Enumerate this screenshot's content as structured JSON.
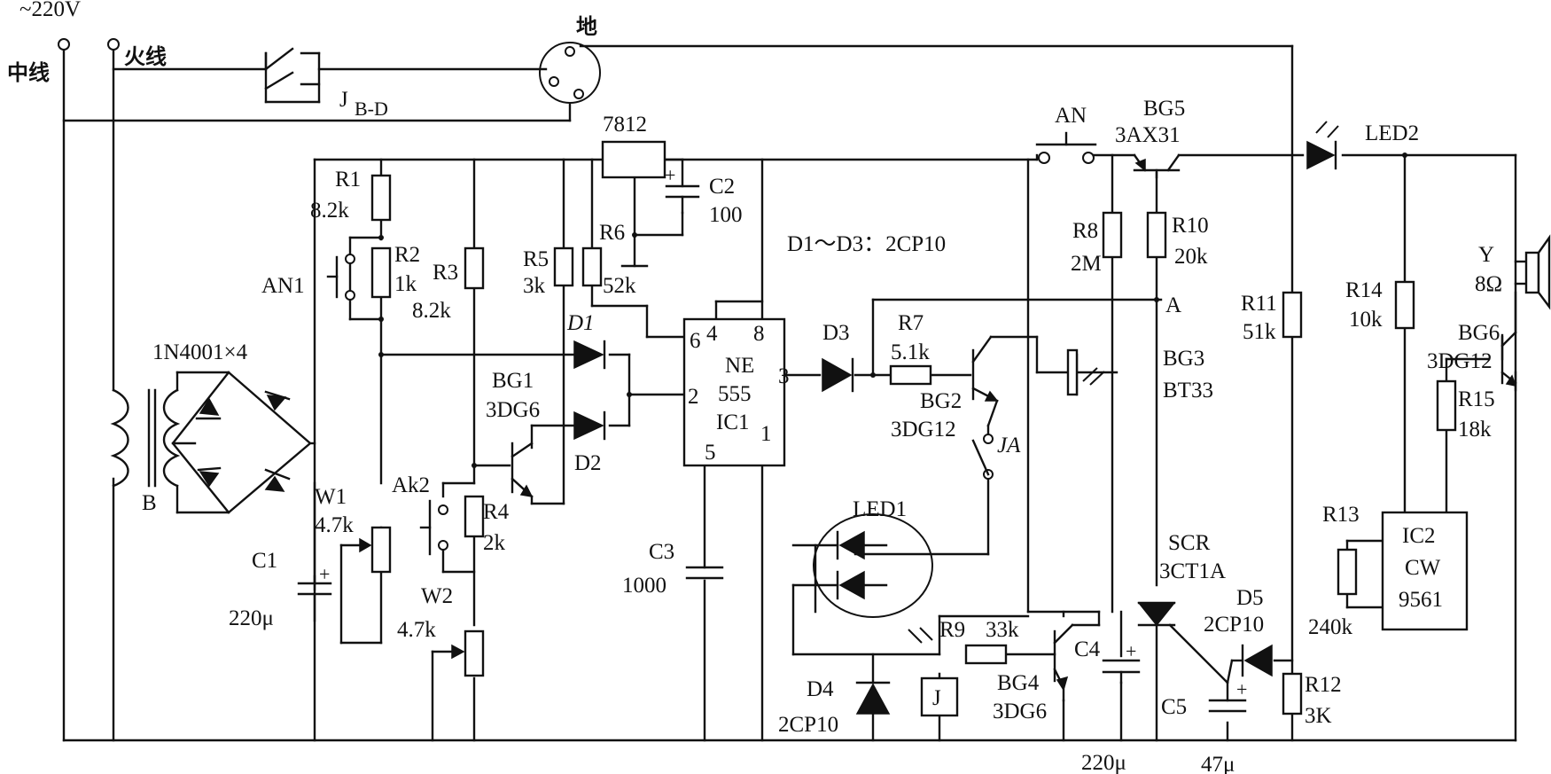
{
  "supply": {
    "voltage": "~220V",
    "neutral": "中线",
    "live": "火线",
    "ground": "地"
  },
  "relay_contact": {
    "label": "J",
    "sub": "B-D"
  },
  "regulator": "7812",
  "c2": {
    "name": "C2",
    "value": "100"
  },
  "r6": {
    "name": "R6",
    "value": "52k"
  },
  "r1": {
    "name": "R1",
    "value": "8.2k"
  },
  "r2": {
    "name": "R2",
    "value": "1k"
  },
  "r3": {
    "name": "R3",
    "value": "8.2k"
  },
  "r5": {
    "name": "R5",
    "value": "3k"
  },
  "r4": {
    "name": "R4",
    "value": "2k"
  },
  "an1": "AN1",
  "ak2": "Ak2",
  "bridge": "1N4001×4",
  "transformer": "B",
  "w1": {
    "name": "W1",
    "value": "4.7k"
  },
  "w2": {
    "name": "W2",
    "value": "4.7k"
  },
  "c1": {
    "name": "C1",
    "value": "220μ"
  },
  "d1": "D1",
  "d2": "D2",
  "bg1": {
    "name": "BG1",
    "type": "3DG6"
  },
  "ic1": {
    "line1": "NE",
    "line2": "555",
    "line3": "IC1",
    "pin6": "6",
    "pin4": "4",
    "pin8": "8",
    "pin2": "2",
    "pin3": "3",
    "pin5": "5",
    "pin1": "1"
  },
  "c3": {
    "name": "C3",
    "value": "1000"
  },
  "diode_note": "D1～D3：2CP10",
  "d3": "D3",
  "r7": {
    "name": "R7",
    "value": "5.1k"
  },
  "bg2": {
    "name": "BG2",
    "type": "3DG12"
  },
  "relay_ja": "JA",
  "led1": "LED1",
  "d4": {
    "name": "D4",
    "type": "2CP10"
  },
  "relay_coil": "J",
  "r9": {
    "name": "R9",
    "value": "33k"
  },
  "bg4": {
    "name": "BG4",
    "type": "3DG6"
  },
  "c4": {
    "name": "C4",
    "value": "220μ"
  },
  "an": "AN",
  "bg5": {
    "name": "BG5",
    "type": "3AX31"
  },
  "r8": {
    "name": "R8",
    "value": "2M"
  },
  "r10": {
    "name": "R10",
    "value": "20k"
  },
  "node_a": "A",
  "bg3": {
    "name": "BG3",
    "type": "BT33"
  },
  "scr": {
    "name": "SCR",
    "type": "3CT1A"
  },
  "c5": {
    "name": "C5",
    "value": "47μ"
  },
  "d5": {
    "name": "D5",
    "type": "2CP10"
  },
  "r11": {
    "name": "R11",
    "value": "51k"
  },
  "r12": {
    "name": "R12",
    "value": "3K"
  },
  "led2": "LED2",
  "r14": {
    "name": "R14",
    "value": "10k"
  },
  "r15": {
    "name": "R15",
    "value": "18k"
  },
  "r13": {
    "name": "R13",
    "value": "240k"
  },
  "bg6": {
    "name": "BG6",
    "type": "3DG12"
  },
  "ic2": {
    "line1": "IC2",
    "line2": "CW",
    "line3": "9561"
  },
  "speaker": {
    "name": "Y",
    "value": "8Ω"
  }
}
